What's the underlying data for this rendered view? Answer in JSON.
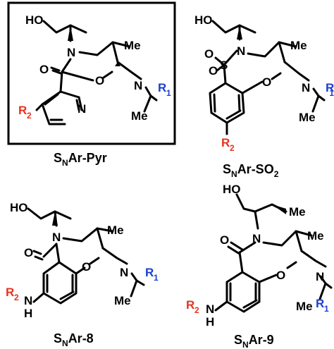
{
  "colors": {
    "bond": "#000000",
    "r1": "#1a3fd0",
    "r2": "#e8321e",
    "ring_n": "#1a3fd0"
  },
  "labels": {
    "ho": "HO",
    "me": "Me",
    "n": "N",
    "o": "O",
    "s": "S",
    "h": "H",
    "r": "R",
    "one": "1",
    "two": "2"
  },
  "compounds": [
    {
      "id": "snar-pyr",
      "caption": {
        "main_a": "S",
        "sub": "N",
        "main_b": "Ar-Pyr"
      },
      "highlighted": true
    },
    {
      "id": "snar-so2",
      "caption": {
        "main_a": "S",
        "sub": "N",
        "main_b": "Ar-SO",
        "tail_sub": "2"
      },
      "highlighted": false
    },
    {
      "id": "snar-8",
      "caption": {
        "main_a": "S",
        "sub": "N",
        "main_b": "Ar-8"
      },
      "highlighted": false
    },
    {
      "id": "snar-9",
      "caption": {
        "main_a": "S",
        "sub": "N",
        "main_b": "Ar-9"
      },
      "highlighted": false
    }
  ]
}
